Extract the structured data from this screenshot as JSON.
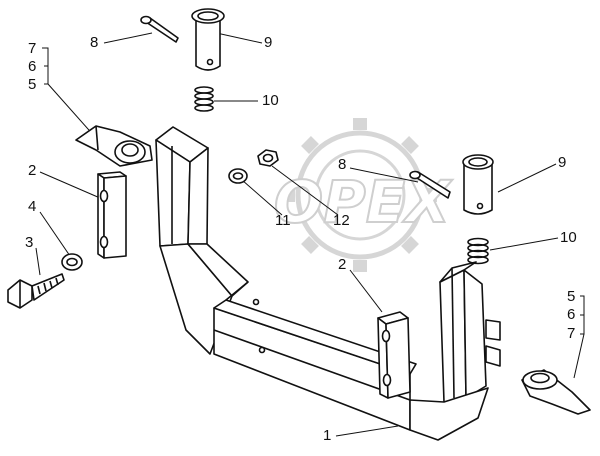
{
  "watermark": {
    "text": "OPEX",
    "color": "#d3d3d3"
  },
  "callouts": [
    {
      "id": "c7-left",
      "text": "7"
    },
    {
      "id": "c6-left",
      "text": "6"
    },
    {
      "id": "c5-left",
      "text": "5"
    },
    {
      "id": "c2-left",
      "text": "2"
    },
    {
      "id": "c4-left",
      "text": "4"
    },
    {
      "id": "c3-left",
      "text": "3"
    },
    {
      "id": "c8-top",
      "text": "8"
    },
    {
      "id": "c9-top",
      "text": "9"
    },
    {
      "id": "c10-top",
      "text": "10"
    },
    {
      "id": "c8-mid",
      "text": "8"
    },
    {
      "id": "c9-mid",
      "text": "9"
    },
    {
      "id": "c11",
      "text": "11"
    },
    {
      "id": "c12",
      "text": "12"
    },
    {
      "id": "c10-mid",
      "text": "10"
    },
    {
      "id": "c2-mid",
      "text": "2"
    },
    {
      "id": "c5-right",
      "text": "5"
    },
    {
      "id": "c6-right",
      "text": "6"
    },
    {
      "id": "c7-right",
      "text": "7"
    },
    {
      "id": "c1",
      "text": "1"
    }
  ],
  "colors": {
    "line": "#111111",
    "paper": "#ffffff"
  }
}
